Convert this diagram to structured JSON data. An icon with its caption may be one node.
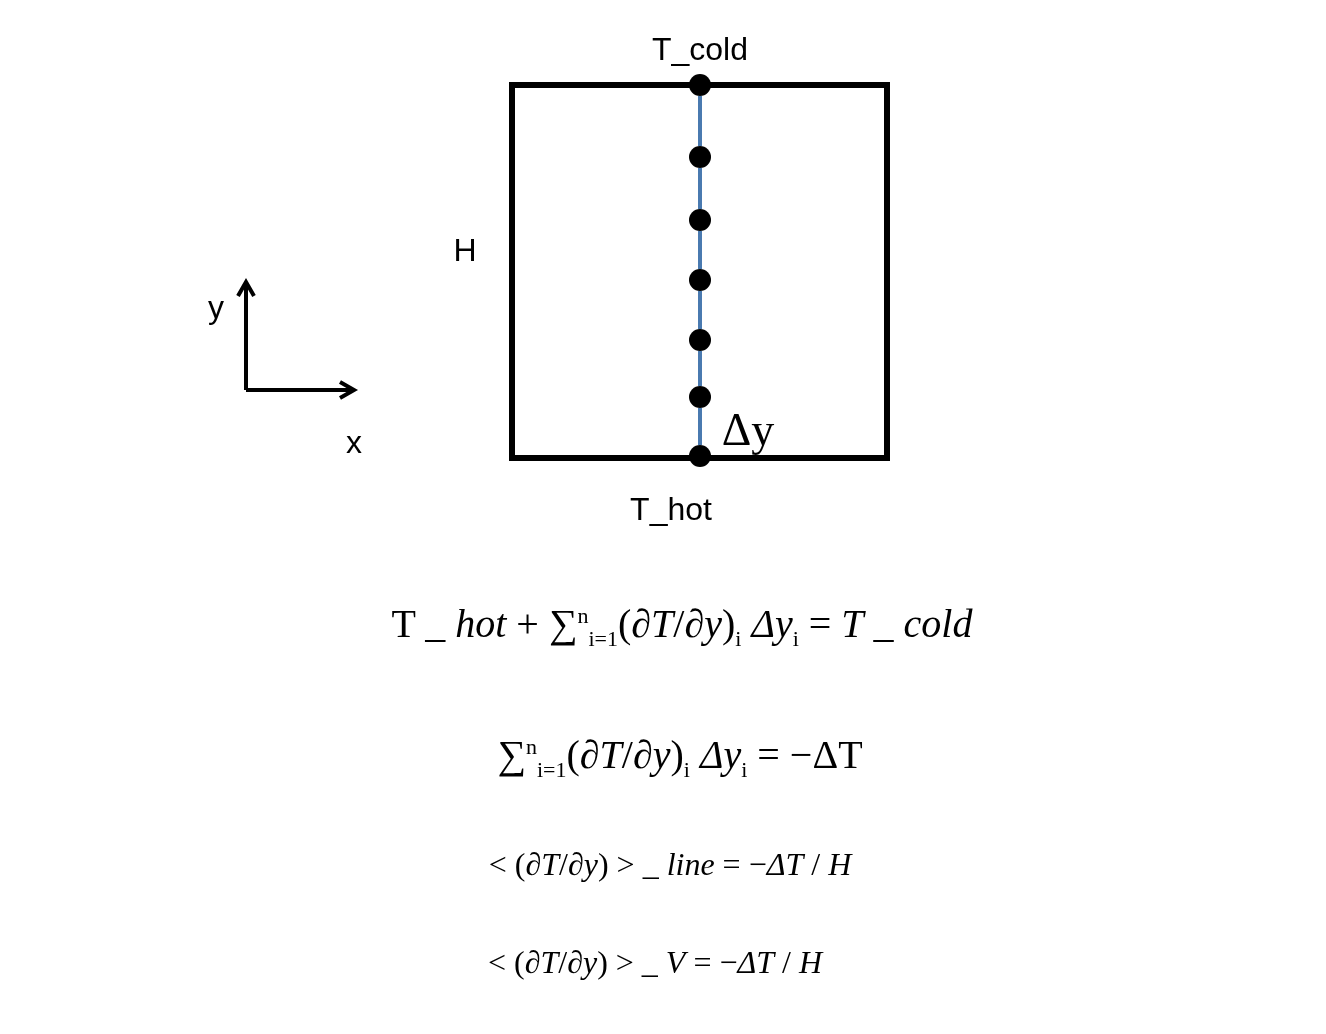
{
  "diagram": {
    "nodes": [
      {
        "text": [],
        "shape": "box"
      },
      {
        "text": [],
        "shape": "circle",
        "in": 0
      },
      {
        "text": [],
        "shape": "circle",
        "in": 0
      },
      {
        "text": [],
        "shape": "circle",
        "in": 0
      },
      {
        "text": [],
        "shape": "circle",
        "in": 0
      },
      {
        "text": [],
        "shape": "circle",
        "in": 0
      },
      {
        "text": [],
        "shape": "circle",
        "in": 0
      },
      {
        "text": [],
        "shape": "circle",
        "in": 0
      }
    ],
    "edges": [
      {
        "from": 1,
        "to": 2,
        "arrow": "none"
      },
      {
        "from": 2,
        "to": 3,
        "arrow": "none"
      },
      {
        "from": 3,
        "to": 4,
        "arrow": "none"
      },
      {
        "from": 4,
        "to": 5,
        "arrow": "none"
      },
      {
        "from": 5,
        "to": 6,
        "arrow": "none"
      },
      {
        "from": 6,
        "to": 7,
        "arrow": "none"
      }
    ],
    "labels": [
      "T_cold",
      "H",
      "Δy",
      "T_hot",
      "y",
      "x",
      "T _ *hot* + ∑$^{n}$$_{i=1}$(*∂T*/*∂y*)$_{i}$ *Δy*$_{i}$ = *T* _ *cold*",
      "∑$^{n}$$_{i=1}$(*∂T*/*∂y*)$_{i}$ *Δy*$_{i}$ = −ΔT",
      "< (*∂T*/*∂y*) > _ *line* = −*ΔT* / *H*",
      "< (*∂T*/*∂y*) > _ *V* = −*ΔT* / *H*"
    ]
  }
}
